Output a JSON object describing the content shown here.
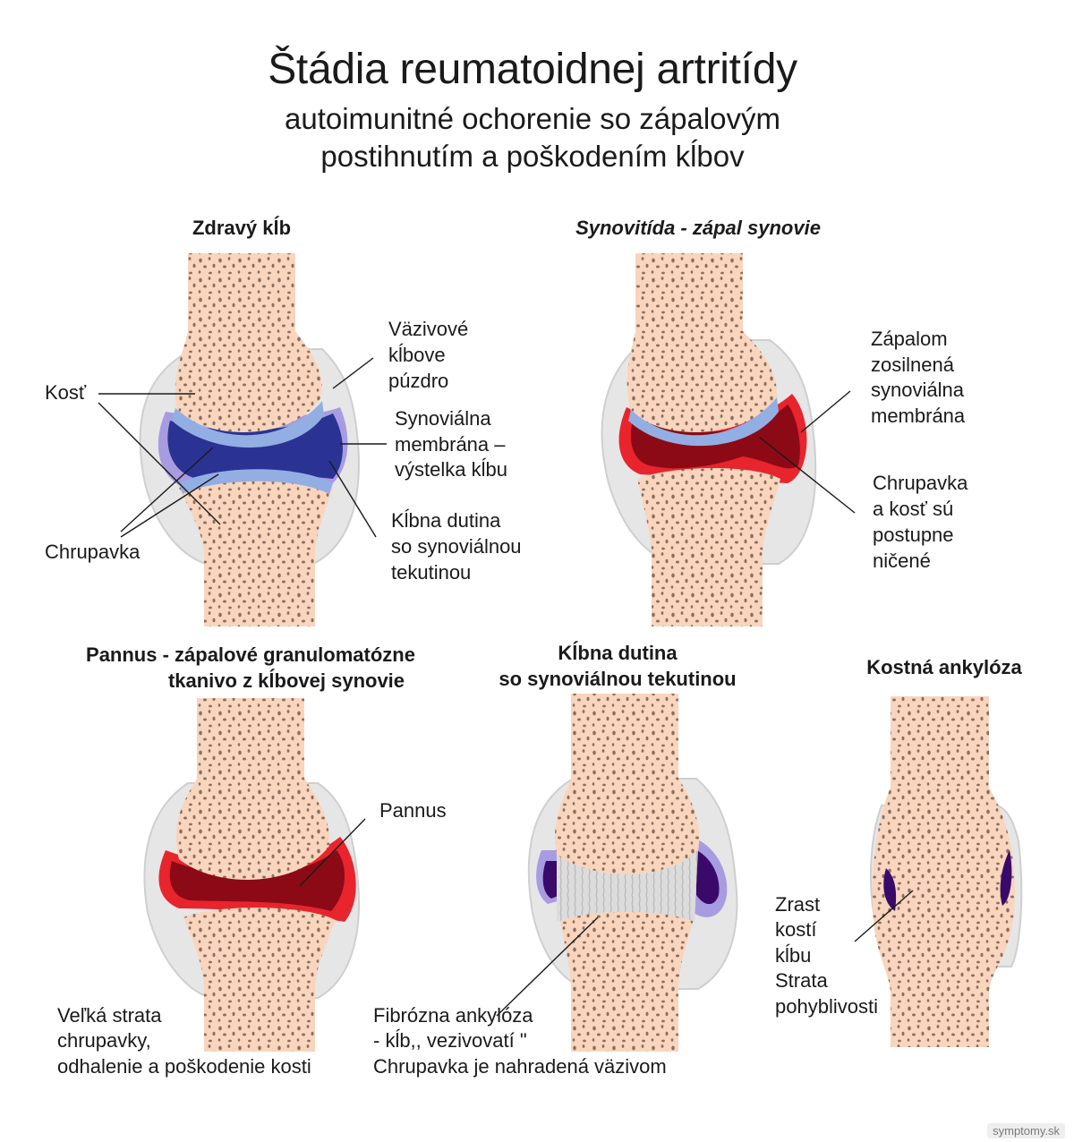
{
  "header": {
    "title": "Štádia reumatoidnej artritídy",
    "subtitle_line1": "autoimunitné ochorenie so zápalovým",
    "subtitle_line2": "postihnutím a poškodením kĺbov"
  },
  "panels": {
    "healthy": {
      "title": "Zdravý kĺb",
      "labels": {
        "kost": "Kosť",
        "chrupavka": "Chrupavka",
        "puzdro_1": "Väzivové",
        "puzdro_2": "kĺbove",
        "puzdro_3": "púzdro",
        "membrana_1": "Synoviálna",
        "membrana_2": "membrána –",
        "membrana_3": "výstelka kĺbu",
        "dutina_1": "Kĺbna dutina",
        "dutina_2": "so synoviálnou",
        "dutina_3": "tekutinou"
      }
    },
    "synovitis": {
      "title": "Synovitída - zápal synovie",
      "labels": {
        "zapal_1": "Zápalom",
        "zapal_2": "zosilnená",
        "zapal_3": "synoviálna",
        "zapal_4": "membrána",
        "nicene_1": "Chrupavka",
        "nicene_2": "a kosť sú",
        "nicene_3": "postupne",
        "nicene_4": "ničené"
      }
    },
    "pannus": {
      "title_line1": "Pannus - zápalové granulomatózne",
      "title_line2": "tkanivo z kĺbovej synovie",
      "labels": {
        "pannus": "Pannus",
        "strata_1": "Veľká strata",
        "strata_2": "chrupavky,",
        "strata_3": "odhalenie a poškodenie kosti"
      }
    },
    "fibrous": {
      "title_line1": "Kĺbna dutina",
      "title_line2": "so synoviálnou tekutinou",
      "labels": {
        "fibr_1": "Fibrózna ankylóza",
        "fibr_2": "- kĺb,, vezivovatí \"",
        "fibr_3": "Chrupavka je nahradená väzivom"
      }
    },
    "bony": {
      "title": "Kostná  ankylóza",
      "labels": {
        "zrast_1": "Zrast",
        "zrast_2": "kostí",
        "zrast_3": "kĺbu",
        "zrast_4": "Strata",
        "zrast_5": "pohyblivosti"
      }
    }
  },
  "watermark": "symptomy.sk",
  "colors": {
    "bone": "#f9d5bd",
    "bone_pores": "#8a6f60",
    "capsule": "#e6e6e6",
    "capsule_edge": "#cfcfcf",
    "synovium": "#a89ce0",
    "fluid": "#2a3394",
    "cartilage": "#93aee3",
    "inflamed_light": "#e8242d",
    "inflamed_dark": "#8c0a16",
    "fibrous_tissue": "#dcdcdc",
    "fluid_dark": "#3a0a6a"
  }
}
